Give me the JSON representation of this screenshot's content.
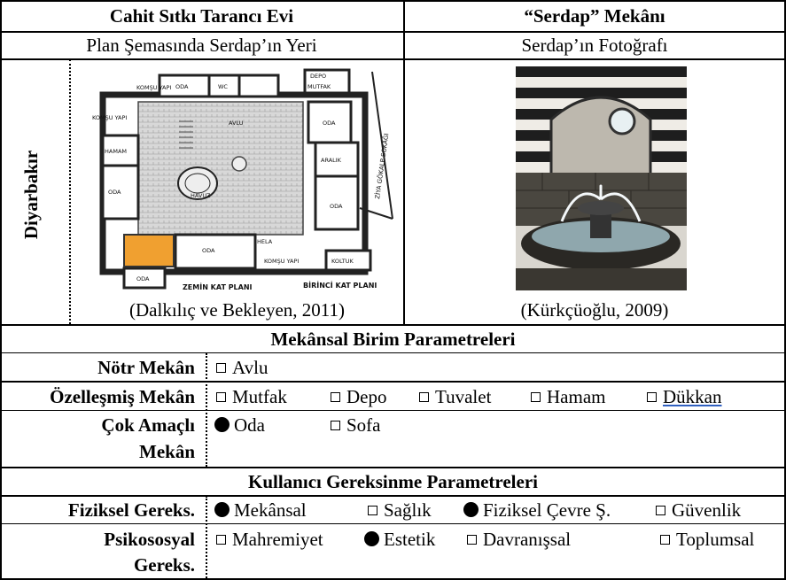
{
  "header": {
    "left_title": "Cahit Sıtkı Tarancı Evi",
    "right_title": "“Serdap” Mekânı",
    "left_sub": "Plan Şemasında Serdap’ın Yeri",
    "right_sub": "Serdap’ın Fotoğrafı"
  },
  "side_label": "Diyarbakır",
  "plan_labels": {
    "komsu_top": "KOMŞU YAPI",
    "oda1": "ODA",
    "wc": "WC",
    "depo": "DEPO",
    "mutfak": "MUTFAK",
    "oda_r1": "ODA",
    "komsu_left": "KOMŞU YAPI",
    "avlu": "AVLU",
    "aralik": "ARALIK",
    "hamam": "HAMAM",
    "oda_left": "ODA",
    "havuz": "HAVUZ",
    "oda_r2": "ODA",
    "oda_bottom": "ODA",
    "hela": "HELA",
    "komsu_bottom": "KOMŞU YAPI",
    "koltuk": "KOLTUK",
    "oda_bl": "ODA",
    "zemin": "ZEMİN KAT PLANI",
    "birinci": "BİRİNCİ KAT PLANI",
    "street": "ZİYA GÖKALP SOKAĞI",
    "accent": "#f0a030"
  },
  "captions": {
    "left": "(Dalkılıç ve Bekleyen, 2011)",
    "right": "(Kürkçüoğlu, 2009)"
  },
  "section1": {
    "title": "Mekânsal Birim Parametreleri",
    "rows": [
      {
        "label": "Nötr Mekân",
        "options": [
          "Avlu"
        ]
      },
      {
        "label": "Özelleşmiş Mekân",
        "options": [
          "Mutfak",
          "Depo",
          "Tuvalet",
          "Hamam",
          "Dükkan"
        ]
      },
      {
        "label1": "Çok Amaçlı",
        "label2": "Mekân",
        "options": [
          "Oda",
          "Sofa"
        ]
      }
    ]
  },
  "section2": {
    "title": "Kullanıcı Gereksinme Parametreleri",
    "rows": [
      {
        "label": "Fiziksel Gereks.",
        "options": [
          "Mekânsal",
          "Sağlık",
          "Fiziksel Çevre Ş.",
          "Güvenlik"
        ]
      },
      {
        "label1": "Psikososyal",
        "label2": "Gereks.",
        "options": [
          "Mahremiyet",
          "Estetik",
          "Davranışsal",
          "Toplumsal"
        ]
      }
    ]
  }
}
